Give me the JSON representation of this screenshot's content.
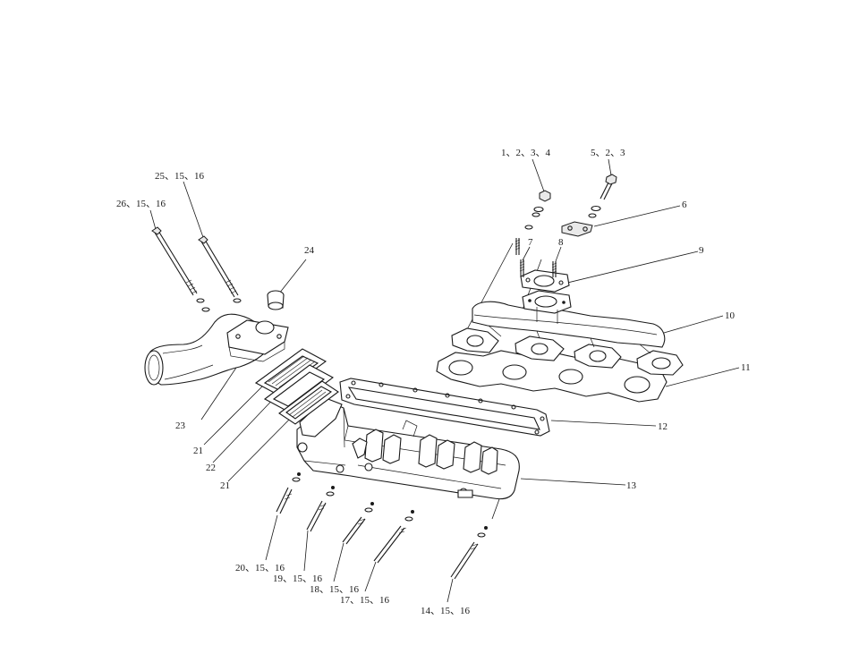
{
  "labels": {
    "l1": "1、2、3、4",
    "l5": "5、2、3",
    "l6": "6",
    "l7": "7",
    "l8": "8",
    "l9": "9",
    "l10": "10",
    "l11": "11",
    "l12": "12",
    "l13": "13",
    "l14": "14、15、16",
    "l17": "17、15、16",
    "l18": "18、15、16",
    "l19": "19、15、16",
    "l20": "20、15、16",
    "l21a": "21",
    "l21b": "21",
    "l22": "22",
    "l23": "23",
    "l24": "24",
    "l25": "25、15、16",
    "l26": "26、15、16"
  }
}
